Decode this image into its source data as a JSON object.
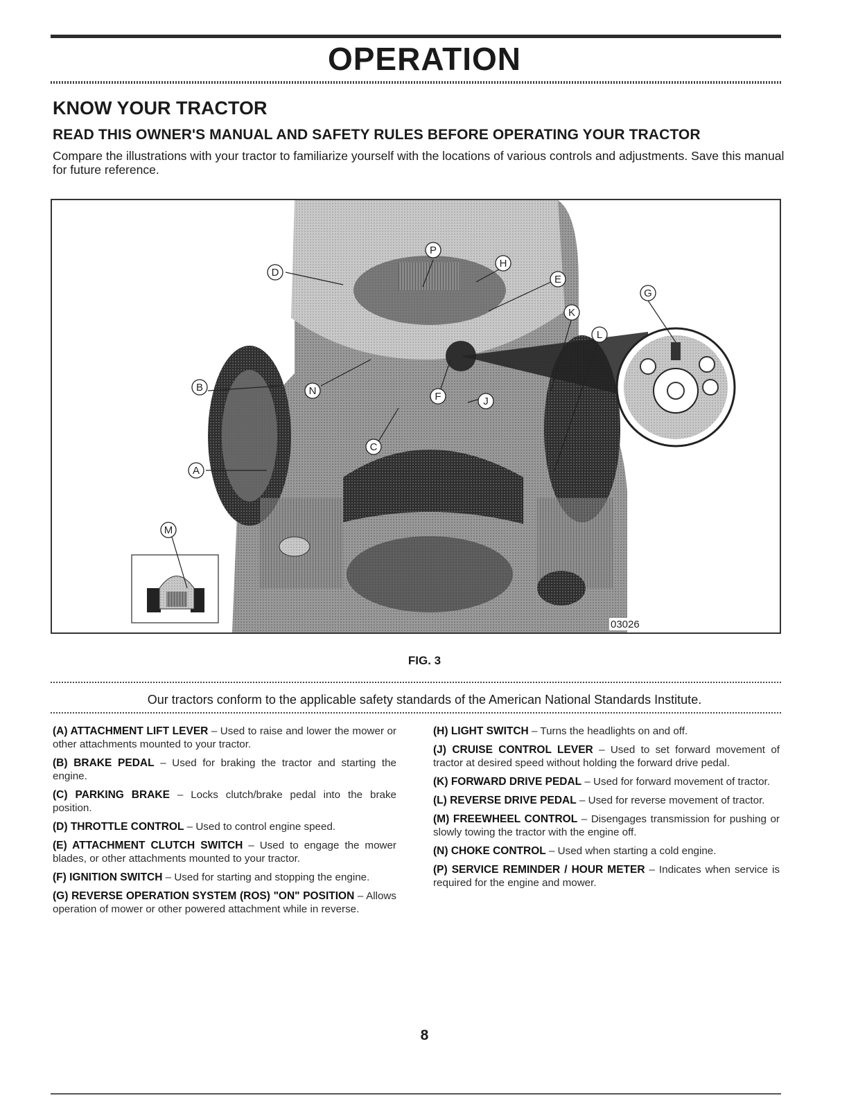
{
  "header": {
    "title": "OPERATION",
    "subtitle": "KNOW YOUR TRACTOR",
    "warning": "READ THIS OWNER'S MANUAL AND SAFETY RULES BEFORE OPERATING YOUR TRACTOR",
    "intro": "Compare the illustrations with your tractor to familiarize yourself with the locations of various controls and adjustments. Save this manual for future reference."
  },
  "figure": {
    "caption": "FIG. 3",
    "code": "03026",
    "callouts": {
      "A": "A",
      "B": "B",
      "C": "C",
      "D": "D",
      "E": "E",
      "F": "F",
      "G": "G",
      "H": "H",
      "J": "J",
      "K": "K",
      "L": "L",
      "M": "M",
      "N": "N",
      "P": "P"
    }
  },
  "standards_note": "Our tractors conform to the applicable safety standards of the American National Standards Institute.",
  "controls_left": [
    {
      "term": "(A) ATTACHMENT LIFT LEVER",
      "desc": "– Used to raise and lower the mower or other attachments mounted to your tractor."
    },
    {
      "term": "(B) BRAKE PEDAL",
      "desc": "– Used for braking the tractor and starting the engine."
    },
    {
      "term": "(C) PARKING BRAKE",
      "desc": "– Locks clutch/brake pedal into the brake position."
    },
    {
      "term": "(D) THROTTLE CONTROL",
      "desc": "– Used to control engine speed."
    },
    {
      "term": "(E) ATTACHMENT CLUTCH SWITCH",
      "desc": "– Used to engage the mower blades, or other attachments mounted to your tractor."
    },
    {
      "term": "(F) IGNITION SWITCH",
      "desc": "– Used for starting and stopping the engine."
    },
    {
      "term": "(G) REVERSE OPERATION SYSTEM (ROS) \"ON\" POSITION",
      "desc": "– Allows operation of mower or other powered attachment while in reverse."
    }
  ],
  "controls_right": [
    {
      "term": "(H) LIGHT SWITCH",
      "desc": "– Turns the headlights on and off."
    },
    {
      "term": "(J) CRUISE CONTROL LEVER",
      "desc": "– Used to set forward movement of tractor at desired speed without holding the forward drive pedal."
    },
    {
      "term": "(K) FORWARD DRIVE PEDAL",
      "desc": "– Used for forward movement of tractor."
    },
    {
      "term": "(L) REVERSE DRIVE PEDAL",
      "desc": "– Used for reverse movement of tractor."
    },
    {
      "term": "(M) FREEWHEEL CONTROL",
      "desc": "– Disengages transmission for pushing or slowly towing the tractor with the engine off."
    },
    {
      "term": "(N) CHOKE CONTROL",
      "desc": "– Used when starting a cold engine."
    },
    {
      "term": "(P) SERVICE REMINDER / HOUR METER",
      "desc": "– Indicates when service is required for the engine and mower."
    }
  ],
  "page_number": "8"
}
